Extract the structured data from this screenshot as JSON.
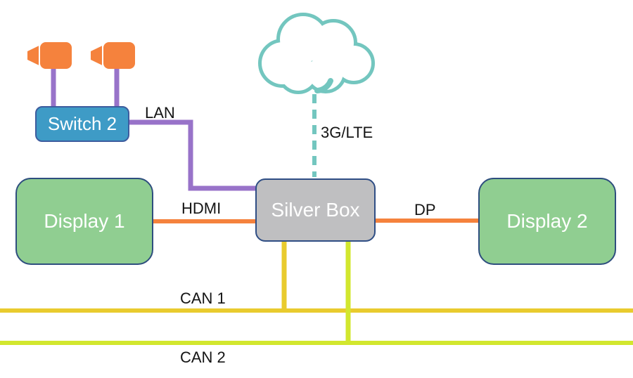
{
  "nodes": {
    "switch2": {
      "label": "Switch 2"
    },
    "silver_box": {
      "label": "Silver Box"
    },
    "display1": {
      "label": "Display 1"
    },
    "display2": {
      "label": "Display 2"
    }
  },
  "links": {
    "lan": {
      "label": "LAN",
      "color": "#9873C9",
      "style": "solid"
    },
    "cellular": {
      "label": "3G/LTE",
      "color": "#73C6BF",
      "style": "dashed"
    },
    "hdmi": {
      "label": "HDMI",
      "color": "#F5823D",
      "style": "solid"
    },
    "dp": {
      "label": "DP",
      "color": "#F5823D",
      "style": "solid"
    },
    "can1": {
      "label": "CAN 1",
      "color": "#E9CB2E",
      "style": "solid"
    },
    "can2": {
      "label": "CAN 2",
      "color": "#D2E72E",
      "style": "solid"
    }
  },
  "icons": {
    "camera1": "video-camera-icon",
    "camera2": "video-camera-icon",
    "cloud": "cloud-icon"
  },
  "colors": {
    "camera_orange": "#F5823D",
    "purple_lan": "#9873C9",
    "teal_cloud": "#73C6BF",
    "switch_blue_fill": "#3E9BC6",
    "switch_border": "#3D5C9E",
    "silver_gray_fill": "#BFBFC1",
    "display_green_fill": "#90CE91",
    "box_border_navy": "#2F4E85",
    "orange_video_link": "#F5823D",
    "can1_gold": "#E9CB2E",
    "can2_yellow_green": "#D2E72E",
    "label_text": "#141414",
    "node_text": "#FFFFFF"
  }
}
